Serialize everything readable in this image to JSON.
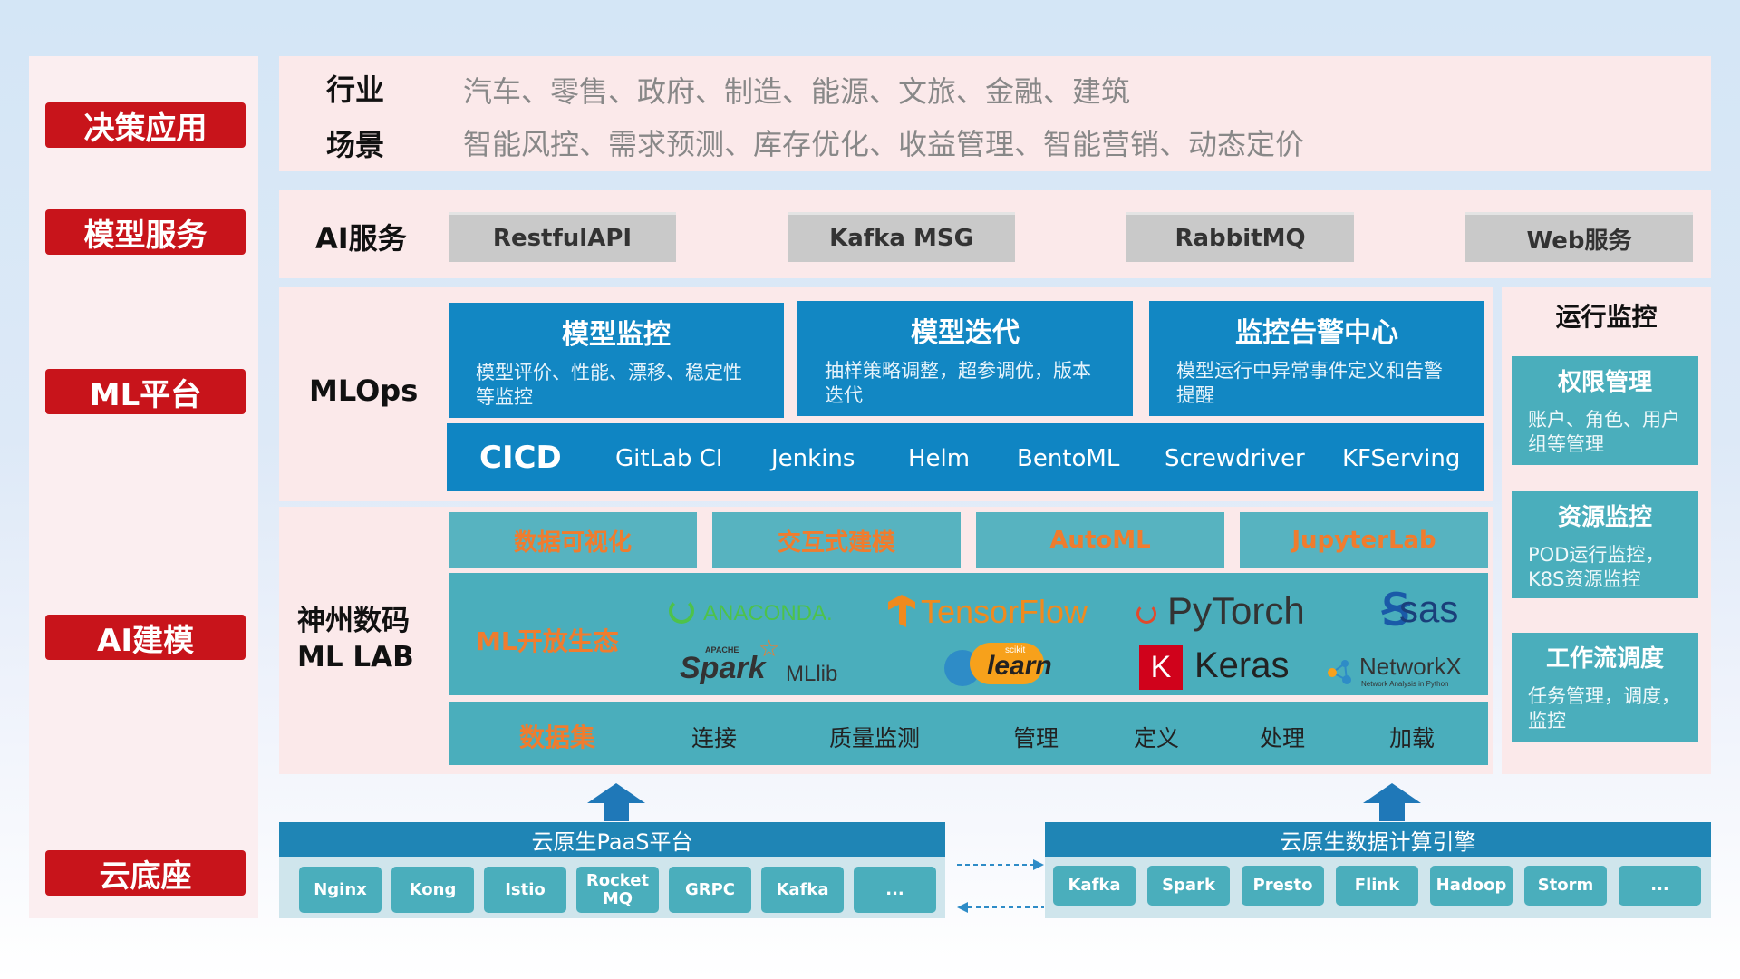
{
  "layers": [
    "决策应用",
    "模型服务",
    "ML平台",
    "AI建模",
    "云底座"
  ],
  "decision": {
    "industry_label": "行业",
    "industry_text": "汽车、零售、政府、制造、能源、文旅、金融、建筑",
    "scene_label": "场景",
    "scene_text": "智能风控、需求预测、库存优化、收益管理、智能营销、动态定价"
  },
  "service": {
    "label": "AI服务",
    "items": [
      "RestfulAPI",
      "Kafka MSG",
      "RabbitMQ",
      "Web服务"
    ]
  },
  "mlops": {
    "label": "MLOps",
    "cards": [
      {
        "title": "模型监控",
        "desc": "模型评价、性能、漂移、稳定性等监控"
      },
      {
        "title": "模型迭代",
        "desc": "抽样策略调整，超参调优，版本迭代"
      },
      {
        "title": "监控告警中心",
        "desc": "模型运行中异常事件定义和告警提醒"
      }
    ],
    "cicd": {
      "label": "CICD",
      "items": [
        "GitLab CI",
        "Jenkins",
        "Helm",
        "BentoML",
        "Screwdriver",
        "KFServing"
      ]
    }
  },
  "runtime": {
    "title": "运行监控",
    "cards": [
      {
        "title": "权限管理",
        "desc": "账户、角色、用户组等管理"
      },
      {
        "title": "资源监控",
        "desc": "POD运行监控，K8S资源监控"
      },
      {
        "title": "工作流调度",
        "desc": "任务管理，调度，监控"
      }
    ]
  },
  "mllab": {
    "label_line1": "神州数码",
    "label_line2": "ML LAB",
    "top_items": [
      "数据可视化",
      "交互式建模",
      "AutoML",
      "JupyterLab"
    ],
    "eco_label": "ML开放生态",
    "eco_libs": {
      "anaconda": "ANACONDA.",
      "spark_small": "APACHE",
      "spark": "Spark",
      "mllib": "MLlib",
      "tensorflow": "TensorFlow",
      "sklearn_small": "scikit",
      "sklearn": "learn",
      "pytorch": "PyTorch",
      "keras_k": "K",
      "keras": "Keras",
      "sas": "sas",
      "networkx": "NetworkX",
      "networkx_sub": "Network Analysis in Python"
    },
    "dataset_label": "数据集",
    "dataset_items": [
      "连接",
      "质量监测",
      "管理",
      "定义",
      "处理",
      "加载"
    ]
  },
  "cloud": {
    "paas_title": "云原生PaaS平台",
    "paas_items": [
      "Nginx",
      "Kong",
      "Istio",
      "RocketMQ",
      "GRPC",
      "Kafka",
      "..."
    ],
    "engine_title": "云原生数据计算引擎",
    "engine_items": [
      "Kafka",
      "Spark",
      "Presto",
      "Flink",
      "Hadoop",
      "Storm",
      "..."
    ]
  },
  "colors": {
    "layer_red": "#c8141b",
    "panel_pink": "#fbe9ea",
    "mlops_blue": "#1287c3",
    "teal": "#4aaebc",
    "orange": "#f07c2e"
  }
}
